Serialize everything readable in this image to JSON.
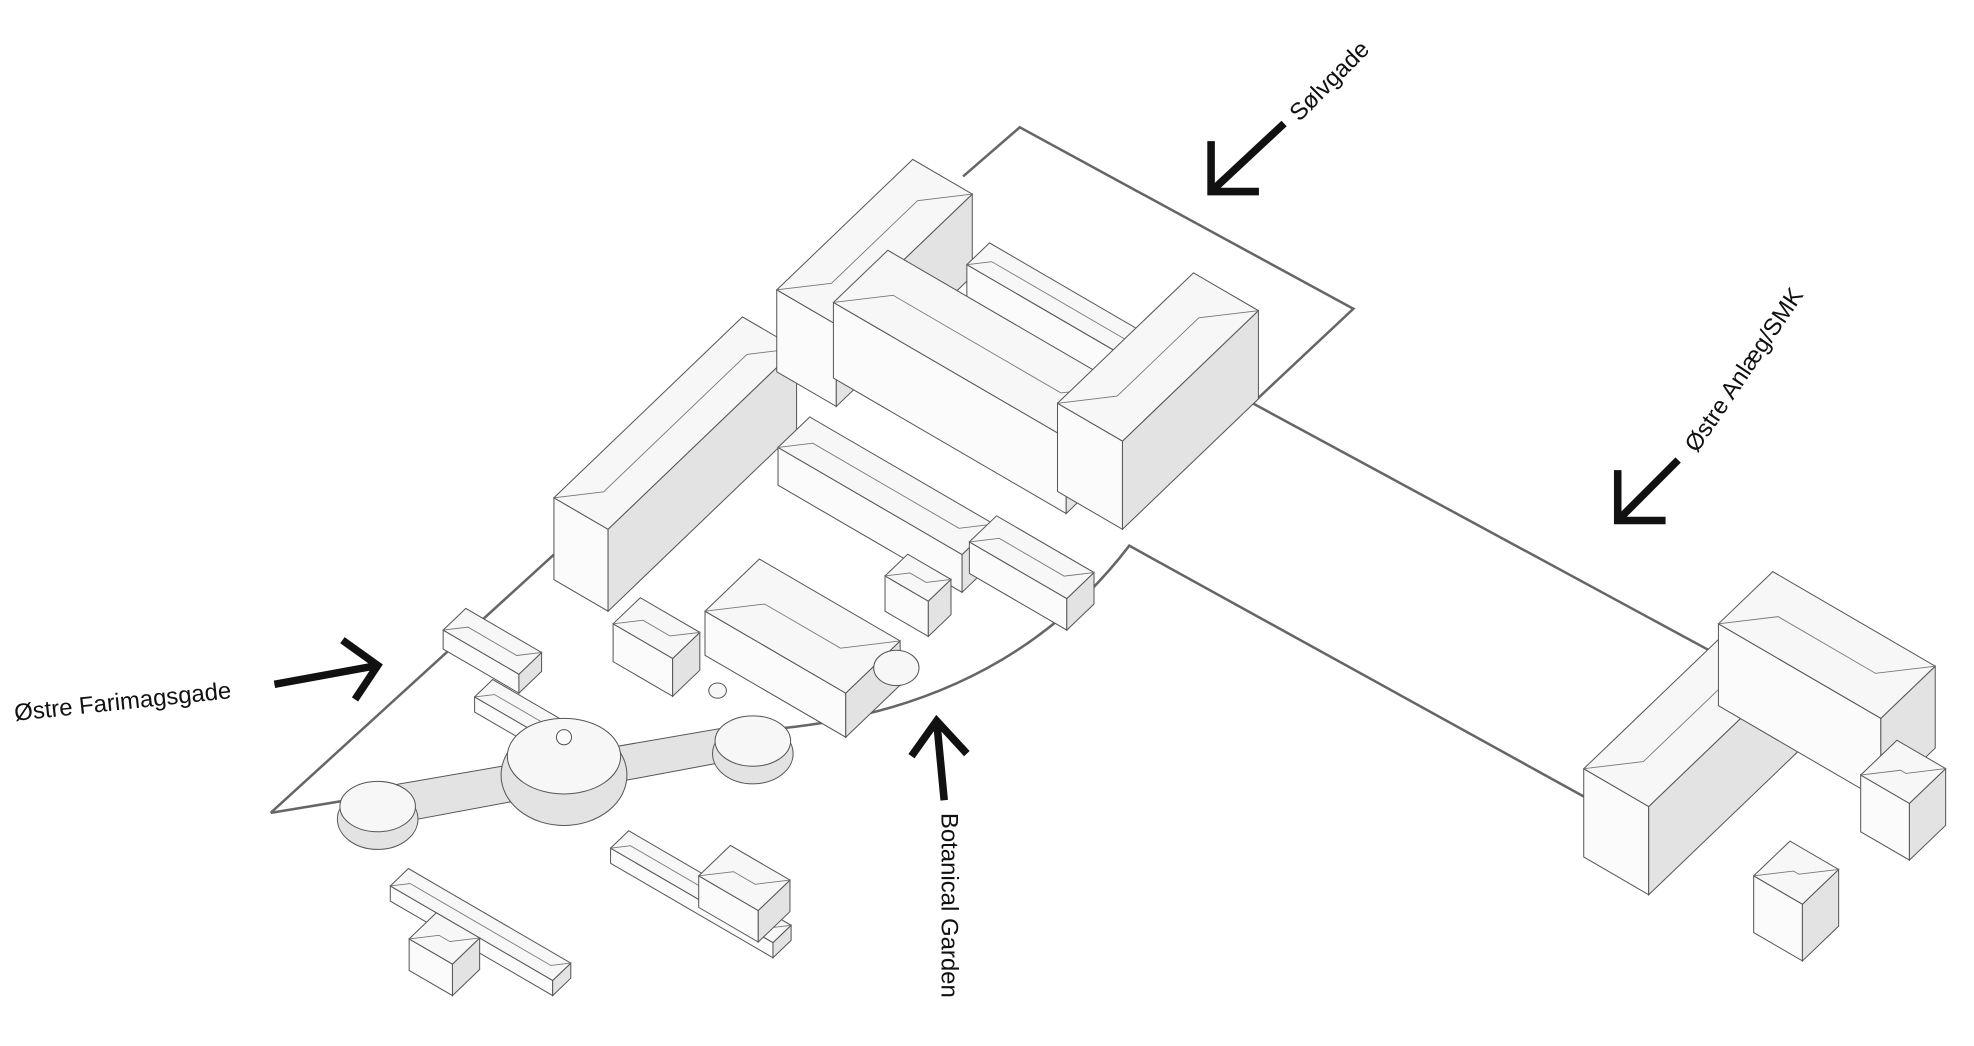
{
  "labels": {
    "solvgade": "Sølvgade",
    "ostre_anlaeg": "Østre Anlæg/SMK",
    "ostre_farimagsgade": "Østre Farimagsgade",
    "botanical_garden": "Botanical Garden"
  },
  "colors": {
    "outline": "#666666",
    "arrow": "#111111",
    "roof": "#f7f7f7",
    "wall": "#e3e3e3"
  }
}
